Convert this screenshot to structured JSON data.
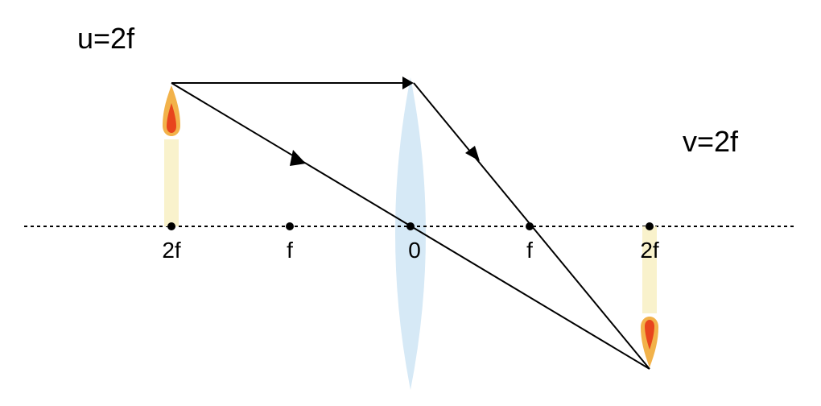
{
  "labels": {
    "object_distance": "u=2f",
    "image_distance": "v=2f"
  },
  "axis_points": [
    "2f",
    "f",
    "0",
    "f",
    "2f"
  ],
  "colors": {
    "lens": "#d6e9f6",
    "candle_body": "#f9f2cc",
    "flame_outer": "#f2b24a",
    "flame_inner": "#e8451d",
    "ray": "#000000"
  }
}
